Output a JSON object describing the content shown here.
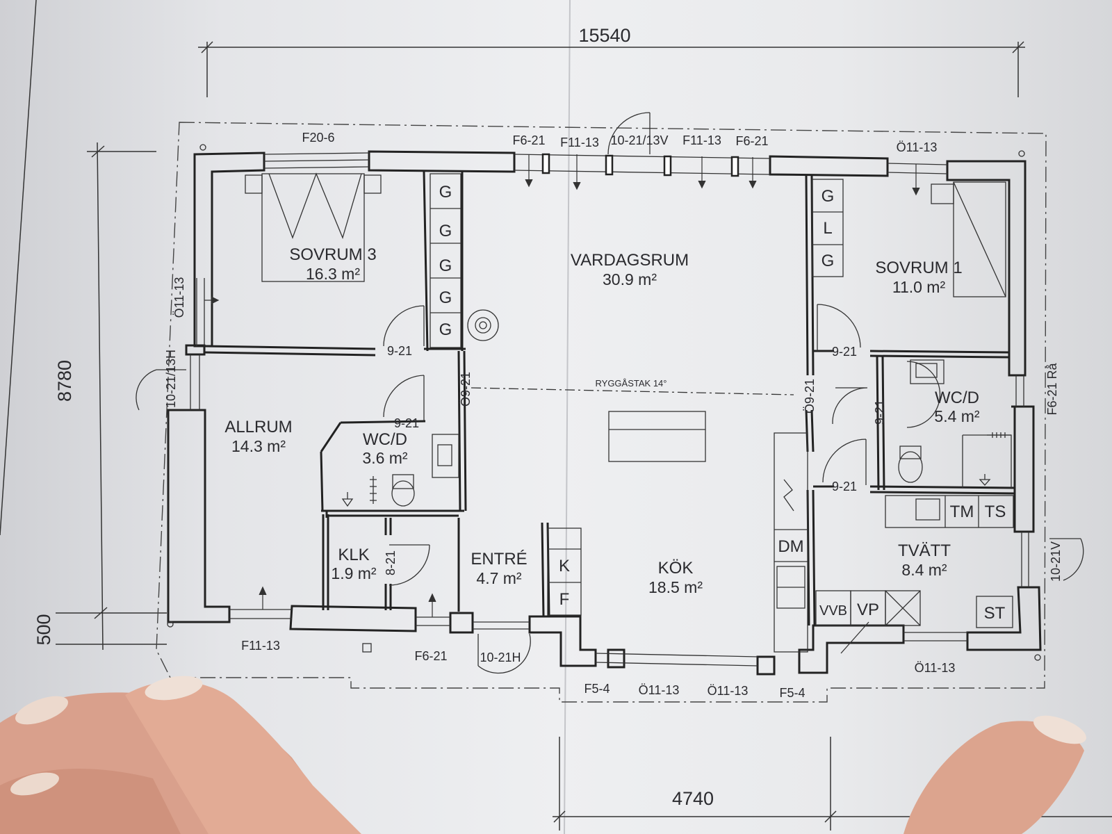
{
  "dimensions": {
    "total_width": "15540",
    "total_depth": "8780",
    "porch_depth": "500",
    "bottom_segment": "4740"
  },
  "rooms": {
    "sovrum3": {
      "name": "SOVRUM 3",
      "area": "16.3 m²"
    },
    "vardagsrum": {
      "name": "VARDAGSRUM",
      "area": "30.9 m²"
    },
    "sovrum1": {
      "name": "SOVRUM 1",
      "area": "11.0 m²"
    },
    "allrum": {
      "name": "ALLRUM",
      "area": "14.3 m²"
    },
    "wcd_small": {
      "name": "WC/D",
      "area": "3.6 m²"
    },
    "wcd_large": {
      "name": "WC/D",
      "area": "5.4 m²"
    },
    "klk": {
      "name": "KLK",
      "area": "1.9 m²"
    },
    "entre": {
      "name": "ENTRÉ",
      "area": "4.7 m²"
    },
    "kok": {
      "name": "KÖK",
      "area": "18.5 m²"
    },
    "tvatt": {
      "name": "TVÄTT",
      "area": "8.4 m²"
    }
  },
  "roof_note": "RYGGÅSTAK 14°",
  "window_labels": {
    "top_f20": "F20-6",
    "top_f6_left": "F6-21",
    "top_f11_left": "F11-13",
    "top_door": "10-21/13V",
    "top_f11_right": "F11-13",
    "top_f6_right": "F6-21",
    "top_o11": "Ö11-13",
    "left_o11": "Ö11-13",
    "left_door": "10-21/13H",
    "right_f6": "F6-21 Rå",
    "right_door": "10-21V",
    "bottom_f11": "F11-13",
    "bottom_f6": "F6-21",
    "bottom_door": "10-21H",
    "bottom_f5_left": "F5-4",
    "bottom_o11_a": "Ö11-13",
    "bottom_o11_b": "Ö11-13",
    "bottom_f5_right": "F5-4",
    "bottom_o11_right": "Ö11-13"
  },
  "door_labels": {
    "sovrum3_door": "9-21",
    "wcd_small_door": "9-21",
    "hall_left": "Ö9-21",
    "hall_right": "Ö9-21",
    "sovrum1_door": "9-21",
    "wcd_large_door": "9-21",
    "tvatt_door": "9-21",
    "klk_door": "8-21"
  },
  "fixtures": {
    "wardrobe_left": [
      "G",
      "G",
      "G",
      "G",
      "G"
    ],
    "wardrobe_right": [
      "G",
      "L",
      "G"
    ],
    "kf": [
      "K",
      "F"
    ],
    "dm": "DM",
    "tm": "TM",
    "ts": "TS",
    "vvb": "VVB",
    "vp": "VP",
    "st": "ST"
  }
}
